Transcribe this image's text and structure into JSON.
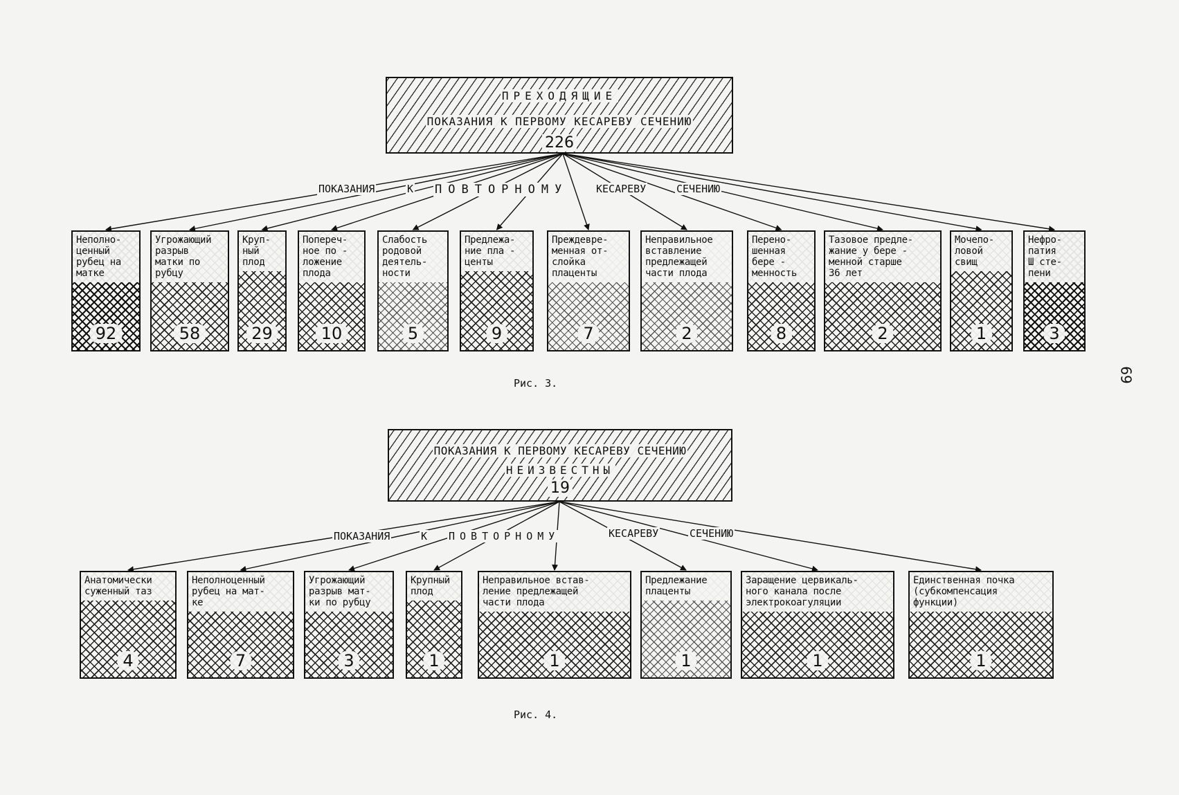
{
  "figure3": {
    "root": {
      "line1": "ПРЕХОДЯЩИЕ",
      "line2": "ПОКАЗАНИЯ К ПЕРВОМУ КЕСАРЕВУ СЕЧЕНИЮ",
      "count": "226"
    },
    "subtitle": [
      "ПОКАЗАНИЯ",
      "К",
      "ПОВТОРНОМУ",
      "КЕСАРЕВУ",
      "СЕЧЕНИЮ"
    ],
    "caption": "Рис. 3.",
    "items": [
      {
        "label": "Неполно-\nценный\nрубец на\nматке",
        "count": "92"
      },
      {
        "label": "Угрожающий\nразрыв\nматки по\nрубцу",
        "count": "58"
      },
      {
        "label": "Круп-\nный\nплод",
        "count": "29"
      },
      {
        "label": "Попереч-\nное по -\nложение\nплода",
        "count": "10"
      },
      {
        "label": "Слабость\nродовой\nдеятель-\nности",
        "count": "5"
      },
      {
        "label": "Предлежа-\nние пла -\nценты",
        "count": "9"
      },
      {
        "label": "Преждевре-\nменная от-\nслойка\nплаценты",
        "count": "7"
      },
      {
        "label": "Неправильное\nвставление\nпредлежащей\nчасти плода",
        "count": "2"
      },
      {
        "label": "Перено-\nшенная\nбере -\nменность",
        "count": "8"
      },
      {
        "label": "Тазовое предле-\nжание у бере -\nменной старше\n36 лет",
        "count": "2"
      },
      {
        "label": "Мочепо-\nловой\nсвищ",
        "count": "1"
      },
      {
        "label": "Нефро-\nпатия\nШ сте-\nпени",
        "count": "3"
      }
    ]
  },
  "figure4": {
    "root": {
      "line1": "ПОКАЗАНИЯ К ПЕРВОМУ КЕСАРЕВУ СЕЧЕНИЮ",
      "line2": "НЕИЗВЕСТНЫ",
      "count": "19"
    },
    "subtitle": [
      "ПОКАЗАНИЯ",
      "К",
      "ПОВТОРНОМУ",
      "КЕСАРЕВУ",
      "СЕЧЕНИЮ"
    ],
    "caption": "Рис. 4.",
    "items": [
      {
        "label": "Анатомически\nсуженный таз",
        "count": "4"
      },
      {
        "label": "Неполноценный\nрубец на мат-\nке",
        "count": "7"
      },
      {
        "label": "Угрожающий\nразрыв мат-\nки по рубцу",
        "count": "3"
      },
      {
        "label": "Крупный\nплод",
        "count": "1"
      },
      {
        "label": "Неправильное встав-\nление предлежащей\nчасти плода",
        "count": "1"
      },
      {
        "label": "Предлежание\nплаценты",
        "count": "1"
      },
      {
        "label": "Заращение цервикаль-\nного канала после\nэлектрокоагуляции",
        "count": "1"
      },
      {
        "label": "Единственная почка\n(субкомпенсация\nфункции)",
        "count": "1"
      }
    ]
  },
  "page_number": "69"
}
